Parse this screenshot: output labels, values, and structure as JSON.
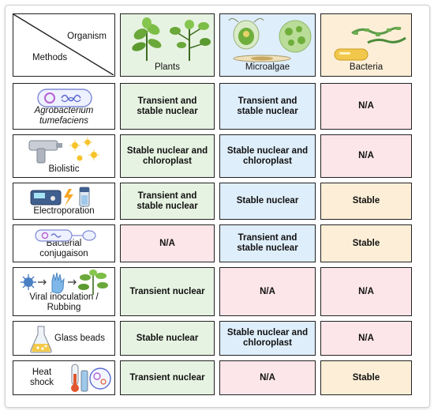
{
  "header": {
    "organism_label": "Organism",
    "methods_label": "Methods",
    "columns": [
      "Plants",
      "Microalgae",
      "Bacteria"
    ]
  },
  "rows": [
    {
      "method": "Agrobacterium tumefaciens",
      "plants": "Transient and stable nuclear",
      "microalgae": "Transient and stable nuclear",
      "bacteria": "N/A"
    },
    {
      "method": "Biolistic",
      "plants": "Stable nuclear and chloroplast",
      "microalgae": "Stable nuclear and chloroplast",
      "bacteria": "N/A"
    },
    {
      "method": "Electroporation",
      "plants": "Transient and stable nuclear",
      "microalgae": "Stable nuclear",
      "bacteria": "Stable"
    },
    {
      "method": "Bacterial conjugaison",
      "plants": "N/A",
      "microalgae": "Transient and stable nuclear",
      "bacteria": "Stable"
    },
    {
      "method": "Viral inoculation / Rubbing",
      "plants": "Transient nuclear",
      "microalgae": "N/A",
      "bacteria": "N/A"
    },
    {
      "method": "Glass beads",
      "plants": "Stable nuclear",
      "microalgae": "Stable nuclear and chloroplast",
      "bacteria": "N/A"
    },
    {
      "method": "Heat shock",
      "plants": "Transient nuclear",
      "microalgae": "N/A",
      "bacteria": "Stable"
    }
  ],
  "colors": {
    "plants": "#e7f3e2",
    "microalgae": "#dfeefb",
    "bacteria": "#fdefd7",
    "na": "#fde6ea",
    "border": "#222222"
  }
}
